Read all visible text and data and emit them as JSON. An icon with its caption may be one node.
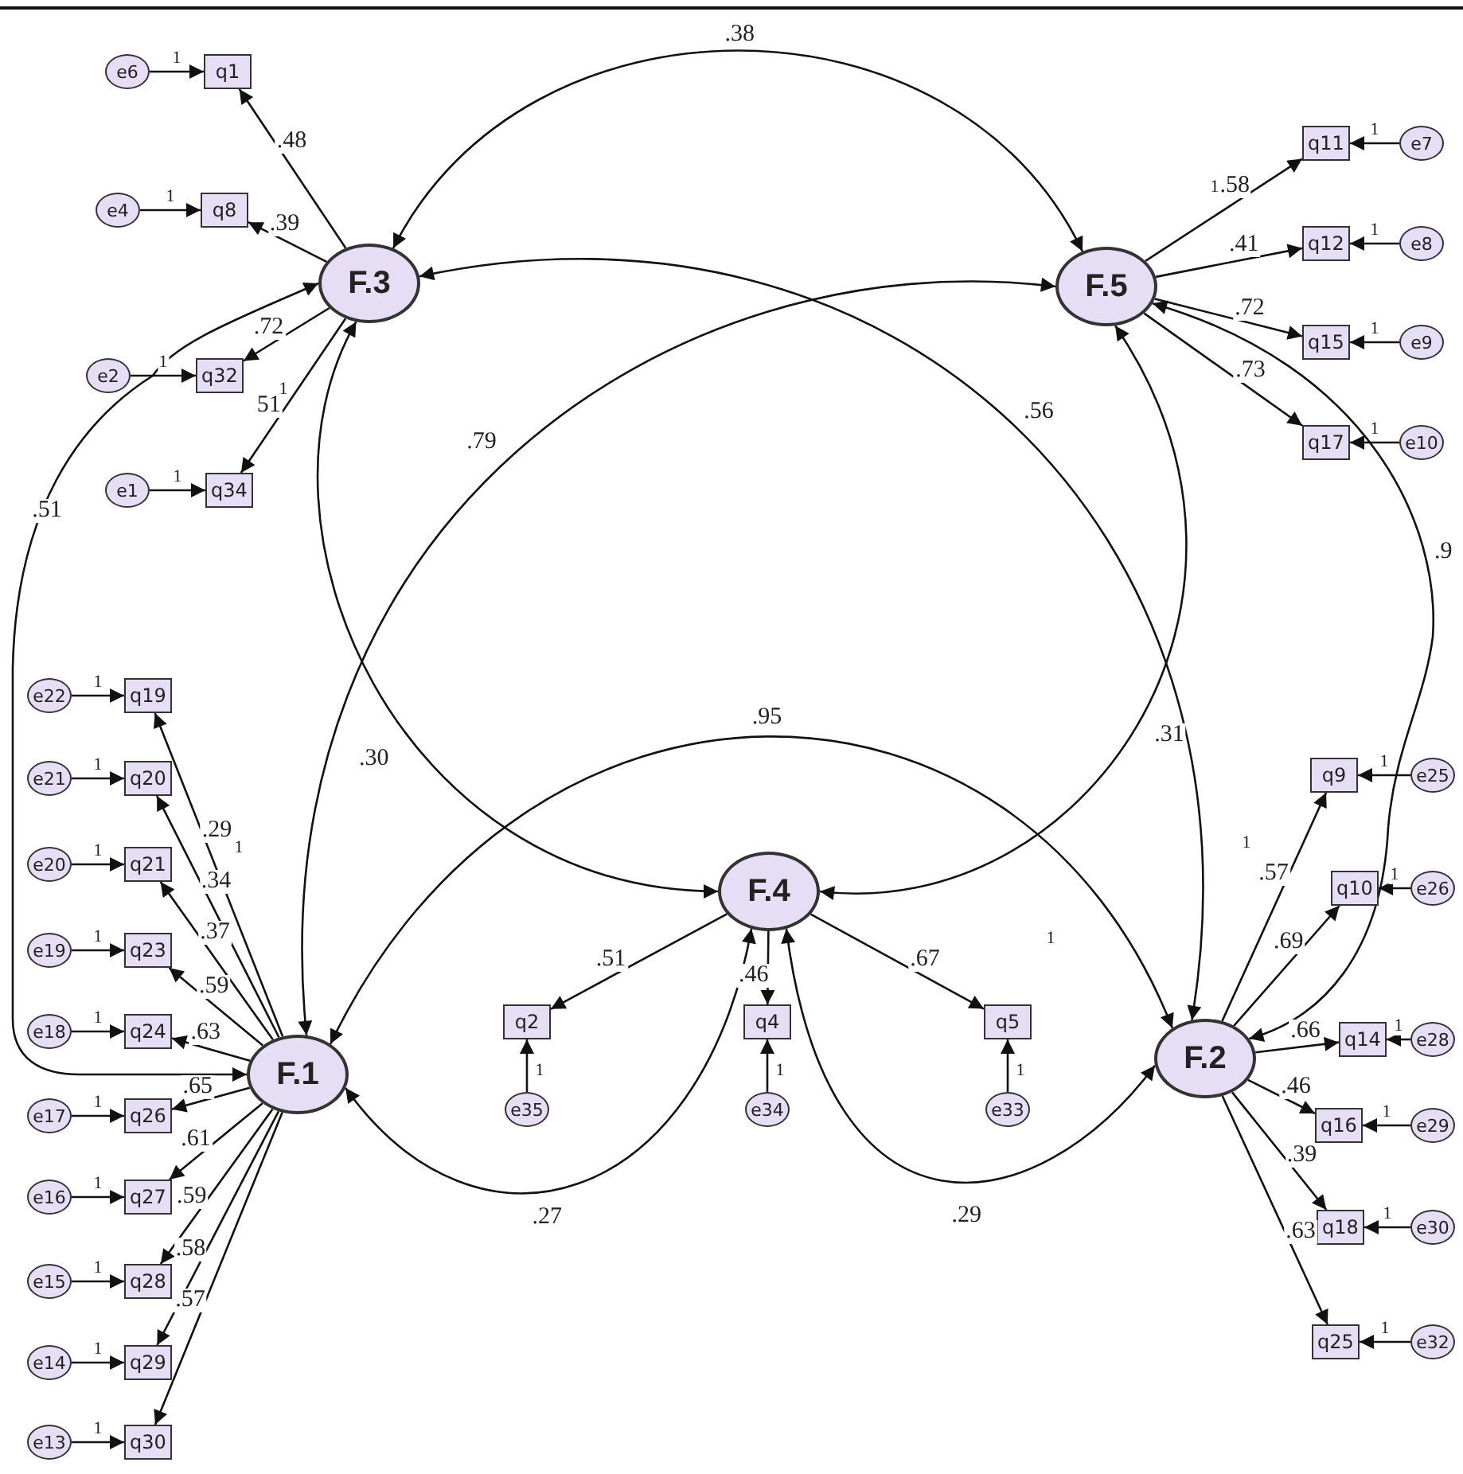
{
  "diagram": {
    "nodes": [
      {
        "text": [
          "F.3"
        ]
      },
      {
        "text": [
          "q1"
        ]
      },
      {
        "text": [
          "e6"
        ]
      },
      {
        "text": [
          "q8"
        ]
      },
      {
        "text": [
          "e4"
        ]
      },
      {
        "text": [
          "q32"
        ]
      },
      {
        "text": [
          "e2"
        ]
      },
      {
        "text": [
          "q34"
        ]
      },
      {
        "text": [
          "e1"
        ]
      },
      {
        "text": [
          "F.5"
        ]
      },
      {
        "text": [
          "q11"
        ]
      },
      {
        "text": [
          "e7"
        ]
      },
      {
        "text": [
          "q12"
        ]
      },
      {
        "text": [
          "e8"
        ]
      },
      {
        "text": [
          "q15"
        ]
      },
      {
        "text": [
          "e9"
        ]
      },
      {
        "text": [
          "q17"
        ]
      },
      {
        "text": [
          "e10"
        ]
      },
      {
        "text": [
          "F.4"
        ]
      },
      {
        "text": [
          "q2"
        ]
      },
      {
        "text": [
          "e35"
        ]
      },
      {
        "text": [
          "q4"
        ]
      },
      {
        "text": [
          "e34"
        ]
      },
      {
        "text": [
          "q5"
        ]
      },
      {
        "text": [
          "e33"
        ]
      },
      {
        "text": [
          "F.1"
        ]
      },
      {
        "text": [
          "q19"
        ]
      },
      {
        "text": [
          "e22"
        ]
      },
      {
        "text": [
          "q20"
        ]
      },
      {
        "text": [
          "e21"
        ]
      },
      {
        "text": [
          "q21"
        ]
      },
      {
        "text": [
          "e20"
        ]
      },
      {
        "text": [
          "q23"
        ]
      },
      {
        "text": [
          "e19"
        ]
      },
      {
        "text": [
          "q24"
        ]
      },
      {
        "text": [
          "e18"
        ]
      },
      {
        "text": [
          "q26"
        ]
      },
      {
        "text": [
          "e17"
        ]
      },
      {
        "text": [
          "q27"
        ]
      },
      {
        "text": [
          "e16"
        ]
      },
      {
        "text": [
          "q28"
        ]
      },
      {
        "text": [
          "e15"
        ]
      },
      {
        "text": [
          "q29"
        ]
      },
      {
        "text": [
          "e14"
        ]
      },
      {
        "text": [
          "q30"
        ]
      },
      {
        "text": [
          "e13"
        ]
      },
      {
        "text": [
          "F.2"
        ]
      },
      {
        "text": [
          "q9"
        ]
      },
      {
        "text": [
          "e25"
        ]
      },
      {
        "text": [
          "q10"
        ]
      },
      {
        "text": [
          "e26"
        ]
      },
      {
        "text": [
          "q14"
        ]
      },
      {
        "text": [
          "e28"
        ]
      },
      {
        "text": [
          "q16"
        ]
      },
      {
        "text": [
          "e29"
        ]
      },
      {
        "text": [
          "q18"
        ]
      },
      {
        "text": [
          "e30"
        ]
      },
      {
        "text": [
          "q25"
        ]
      },
      {
        "text": [
          "e32"
        ]
      }
    ],
    "edges": [
      {
        "from": 0,
        "to": 1,
        "arrow": "to",
        "label": ".48"
      },
      {
        "from": 0,
        "to": 3,
        "arrow": "to",
        "label": ".39"
      },
      {
        "from": 0,
        "to": 5,
        "arrow": "to",
        "label": ".72"
      },
      {
        "from": 0,
        "to": 7,
        "arrow": "to",
        "label": "51"
      },
      {
        "from": 9,
        "to": 10,
        "arrow": "to",
        "label": ".58"
      },
      {
        "from": 9,
        "to": 12,
        "arrow": "to",
        "label": ".41"
      },
      {
        "from": 9,
        "to": 14,
        "arrow": "to",
        "label": ".72"
      },
      {
        "from": 9,
        "to": 16,
        "arrow": "to",
        "label": ".73"
      },
      {
        "from": 18,
        "to": 19,
        "arrow": "to",
        "label": ".51"
      },
      {
        "from": 18,
        "to": 21,
        "arrow": "to",
        "label": ".46"
      },
      {
        "from": 18,
        "to": 23,
        "arrow": "to",
        "label": ".67"
      },
      {
        "from": 25,
        "to": 26,
        "arrow": "to",
        "label": ".29"
      },
      {
        "from": 25,
        "to": 28,
        "arrow": "to",
        "label": ".34"
      },
      {
        "from": 25,
        "to": 30,
        "arrow": "to",
        "label": ".37"
      },
      {
        "from": 25,
        "to": 32,
        "arrow": "to",
        "label": ".59"
      },
      {
        "from": 25,
        "to": 34,
        "arrow": "to",
        "label": ".63"
      },
      {
        "from": 25,
        "to": 36,
        "arrow": "to",
        "label": ".65"
      },
      {
        "from": 25,
        "to": 38,
        "arrow": "to",
        "label": ".61"
      },
      {
        "from": 25,
        "to": 40,
        "arrow": "to",
        "label": ".59"
      },
      {
        "from": 25,
        "to": 42,
        "arrow": "to",
        "label": ".58"
      },
      {
        "from": 25,
        "to": 44,
        "arrow": "to",
        "label": ".57"
      },
      {
        "from": 46,
        "to": 47,
        "arrow": "to",
        "label": ".57"
      },
      {
        "from": 46,
        "to": 49,
        "arrow": "to",
        "label": ".69"
      },
      {
        "from": 46,
        "to": 51,
        "arrow": "to",
        "label": ".66"
      },
      {
        "from": 46,
        "to": 53,
        "arrow": "to",
        "label": ".46"
      },
      {
        "from": 46,
        "to": 55,
        "arrow": "to",
        "label": ".39"
      },
      {
        "from": 46,
        "to": 57,
        "arrow": "to",
        "label": ".63"
      },
      {
        "from": 2,
        "to": 1,
        "arrow": "to",
        "label": "1"
      },
      {
        "from": 4,
        "to": 3,
        "arrow": "to",
        "label": "1"
      },
      {
        "from": 6,
        "to": 5,
        "arrow": "to",
        "label": "1"
      },
      {
        "from": 8,
        "to": 7,
        "arrow": "to",
        "label": "1"
      },
      {
        "from": 11,
        "to": 10,
        "arrow": "to",
        "label": "1"
      },
      {
        "from": 13,
        "to": 12,
        "arrow": "to",
        "label": "1"
      },
      {
        "from": 15,
        "to": 14,
        "arrow": "to",
        "label": "1"
      },
      {
        "from": 17,
        "to": 16,
        "arrow": "to",
        "label": "1"
      },
      {
        "from": 20,
        "to": 19,
        "arrow": "to",
        "label": "1"
      },
      {
        "from": 22,
        "to": 21,
        "arrow": "to",
        "label": "1"
      },
      {
        "from": 24,
        "to": 23,
        "arrow": "to",
        "label": "1"
      },
      {
        "from": 27,
        "to": 26,
        "arrow": "to",
        "label": "1"
      },
      {
        "from": 29,
        "to": 28,
        "arrow": "to",
        "label": "1"
      },
      {
        "from": 31,
        "to": 30,
        "arrow": "to",
        "label": "1"
      },
      {
        "from": 33,
        "to": 32,
        "arrow": "to",
        "label": "1"
      },
      {
        "from": 35,
        "to": 34,
        "arrow": "to",
        "label": "1"
      },
      {
        "from": 37,
        "to": 36,
        "arrow": "to",
        "label": "1"
      },
      {
        "from": 39,
        "to": 38,
        "arrow": "to",
        "label": "1"
      },
      {
        "from": 41,
        "to": 40,
        "arrow": "to",
        "label": "1"
      },
      {
        "from": 43,
        "to": 42,
        "arrow": "to",
        "label": "1"
      },
      {
        "from": 45,
        "to": 44,
        "arrow": "to",
        "label": "1"
      },
      {
        "from": 48,
        "to": 47,
        "arrow": "to",
        "label": "1"
      },
      {
        "from": 50,
        "to": 49,
        "arrow": "to",
        "label": "1"
      },
      {
        "from": 52,
        "to": 51,
        "arrow": "to",
        "label": "1"
      },
      {
        "from": 54,
        "to": 53,
        "arrow": "to",
        "label": "1"
      },
      {
        "from": 56,
        "to": 55,
        "arrow": "to",
        "label": "1"
      },
      {
        "from": 58,
        "to": 57,
        "arrow": "to",
        "label": "1"
      },
      {
        "from": 0,
        "to": 9,
        "arrow": "both",
        "label": ".38"
      },
      {
        "from": 0,
        "to": 46,
        "arrow": "both",
        "label": ".56"
      },
      {
        "from": 9,
        "to": 25,
        "arrow": "both",
        "label": ".79"
      },
      {
        "from": 0,
        "to": 18,
        "arrow": "both",
        "label": ".30"
      },
      {
        "from": 0,
        "to": 25,
        "arrow": "both",
        "label": ".51"
      },
      {
        "from": 9,
        "to": 18,
        "arrow": "both",
        "label": ".31"
      },
      {
        "from": 9,
        "to": 46,
        "arrow": "both",
        "label": ".9"
      },
      {
        "from": 25,
        "to": 46,
        "arrow": "both",
        "label": ".95"
      },
      {
        "from": 25,
        "to": 18,
        "arrow": "both",
        "label": ".27"
      },
      {
        "from": 18,
        "to": 46,
        "arrow": "both",
        "label": ".29"
      }
    ],
    "labels": [
      "1",
      "1",
      "1",
      "1",
      "1"
    ]
  }
}
